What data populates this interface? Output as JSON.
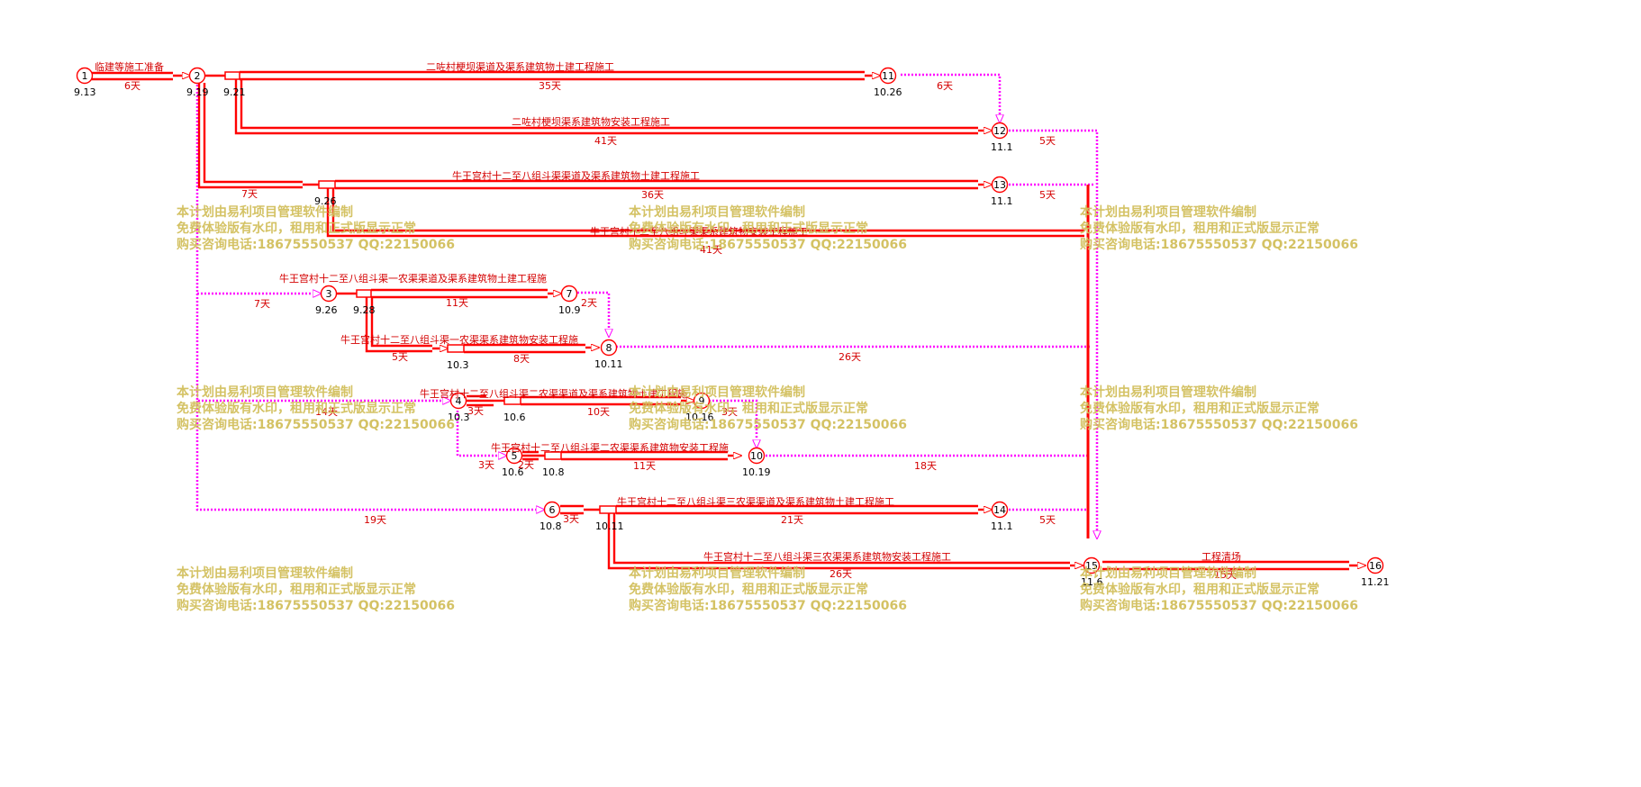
{
  "colors": {
    "critical": "#ff0000",
    "dummy": "#ff00ff",
    "text_red": "#d40000",
    "watermark": "#d2bf5c",
    "node_stroke": "#ff0000"
  },
  "nodes": [
    {
      "id": "1",
      "label": "1",
      "date": "9.13"
    },
    {
      "id": "2",
      "label": "2",
      "date": "9.19"
    },
    {
      "id": "n221",
      "label": "",
      "date": "9.21"
    },
    {
      "id": "n226",
      "label": "",
      "date": "9.26"
    },
    {
      "id": "3",
      "label": "3",
      "date": "9.26"
    },
    {
      "id": "n328",
      "label": "",
      "date": "9.28"
    },
    {
      "id": "7",
      "label": "7",
      "date": "10.9"
    },
    {
      "id": "n103",
      "label": "",
      "date": "10.3"
    },
    {
      "id": "8",
      "label": "8",
      "date": "10.11"
    },
    {
      "id": "4",
      "label": "4",
      "date": "10.3"
    },
    {
      "id": "n106",
      "label": "",
      "date": "10.6"
    },
    {
      "id": "9",
      "label": "9",
      "date": "10.16"
    },
    {
      "id": "5",
      "label": "5",
      "date": "10.6"
    },
    {
      "id": "n108",
      "label": "",
      "date": "10.8"
    },
    {
      "id": "10",
      "label": "10",
      "date": "10.19"
    },
    {
      "id": "6",
      "label": "6",
      "date": "10.8"
    },
    {
      "id": "n1011",
      "label": "",
      "date": "10.11"
    },
    {
      "id": "11",
      "label": "11",
      "date": "10.26"
    },
    {
      "id": "12",
      "label": "12",
      "date": "11.1"
    },
    {
      "id": "13",
      "label": "13",
      "date": "11.1"
    },
    {
      "id": "14",
      "label": "14",
      "date": "11.1"
    },
    {
      "id": "15",
      "label": "15",
      "date": "11.6"
    },
    {
      "id": "16",
      "label": "16",
      "date": "11.21"
    }
  ],
  "tasks": [
    {
      "from": "1",
      "to": "2",
      "name": "临建等施工准备",
      "duration": "6天",
      "kind": "critical"
    },
    {
      "from": "n221",
      "to": "11",
      "name": "二咗村梗坝渠道及渠系建筑物土建工程施工",
      "duration": "35天",
      "kind": "critical"
    },
    {
      "from": "n221",
      "to": "12",
      "name": "二咗村梗坝渠系建筑物安装工程施工",
      "duration": "41天",
      "kind": "critical"
    },
    {
      "from": "2",
      "to": "n226",
      "name": "",
      "duration": "7天",
      "kind": "critical"
    },
    {
      "from": "n226",
      "to": "13",
      "name": "牛王宫村十二至八组斗渠渠道及渠系建筑物土建工程施工",
      "duration": "36天",
      "kind": "critical"
    },
    {
      "from": "n226",
      "to": "15",
      "name": "牛王宫村十二至八组斗渠渠系建筑物安装工程施工",
      "duration": "41天",
      "kind": "critical"
    },
    {
      "from": "n328",
      "to": "7",
      "name": "牛王宫村十二至八组斗渠一农渠渠道及渠系建筑物土建工程施",
      "duration": "11天",
      "kind": "critical"
    },
    {
      "from": "n328",
      "to": "n103",
      "name": "",
      "duration": "5天",
      "kind": "critical"
    },
    {
      "from": "n103",
      "to": "8",
      "name": "牛王宫村十二至八组斗渠一农渠渠系建筑物安装工程施",
      "duration": "8天",
      "kind": "critical"
    },
    {
      "from": "n106",
      "to": "9",
      "name": "牛王宫村十二至八组斗渠二农渠渠道及渠系建筑物土建工程施",
      "duration": "10天",
      "kind": "critical"
    },
    {
      "from": "n108",
      "to": "10",
      "name": "牛王宫村十二至八组斗渠二农渠渠系建筑物安装工程施",
      "duration": "11天",
      "kind": "critical"
    },
    {
      "from": "n1011",
      "to": "14",
      "name": "牛王宫村十二至八组斗渠三农渠渠道及渠系建筑物土建工程施工",
      "duration": "21天",
      "kind": "critical"
    },
    {
      "from": "n1011",
      "to": "15",
      "name": "牛王宫村十二至八组斗渠三农渠渠系建筑物安装工程施工",
      "duration": "26天",
      "kind": "critical"
    },
    {
      "from": "15",
      "to": "16",
      "name": "工程清场",
      "duration": "15天",
      "kind": "critical"
    },
    {
      "from": "11",
      "to": "12",
      "name": "",
      "duration": "6天",
      "kind": "dummy"
    },
    {
      "from": "12",
      "to": "15",
      "name": "",
      "duration": "5天",
      "kind": "dummy"
    },
    {
      "from": "13",
      "to": "15",
      "name": "",
      "duration": "5天",
      "kind": "dummy"
    },
    {
      "from": "2",
      "to": "3",
      "name": "",
      "duration": "7天",
      "kind": "dummy"
    },
    {
      "from": "7",
      "to": "8",
      "name": "",
      "duration": "2天",
      "kind": "dummy"
    },
    {
      "from": "8",
      "to": "15",
      "name": "",
      "duration": "26天",
      "kind": "dummy"
    },
    {
      "from": "2",
      "to": "4",
      "name": "",
      "duration": "14天",
      "kind": "dummy"
    },
    {
      "from": "4",
      "to": "5",
      "name": "",
      "duration": "3天",
      "kind": "dummy"
    },
    {
      "from": "9",
      "to": "10",
      "name": "",
      "duration": "3天",
      "kind": "dummy"
    },
    {
      "from": "10",
      "to": "15",
      "name": "",
      "duration": "18天",
      "kind": "dummy"
    },
    {
      "from": "2",
      "to": "6",
      "name": "",
      "duration": "19天",
      "kind": "dummy"
    },
    {
      "from": "14",
      "to": "15",
      "name": "",
      "duration": "5天",
      "kind": "dummy"
    },
    {
      "from": "4",
      "to": "n106",
      "name": "",
      "duration": "3天",
      "kind": "critical"
    },
    {
      "from": "5",
      "to": "n108",
      "name": "",
      "duration": "2天",
      "kind": "critical"
    },
    {
      "from": "6",
      "to": "n1011",
      "name": "",
      "duration": "3天",
      "kind": "critical"
    }
  ],
  "watermark": {
    "line1": "本计划由易利项目管理软件编制",
    "line2": "免费体验版有水印，租用和正式版显示正常",
    "line3": "购买咨询电话:18675550537 QQ:22150066"
  }
}
